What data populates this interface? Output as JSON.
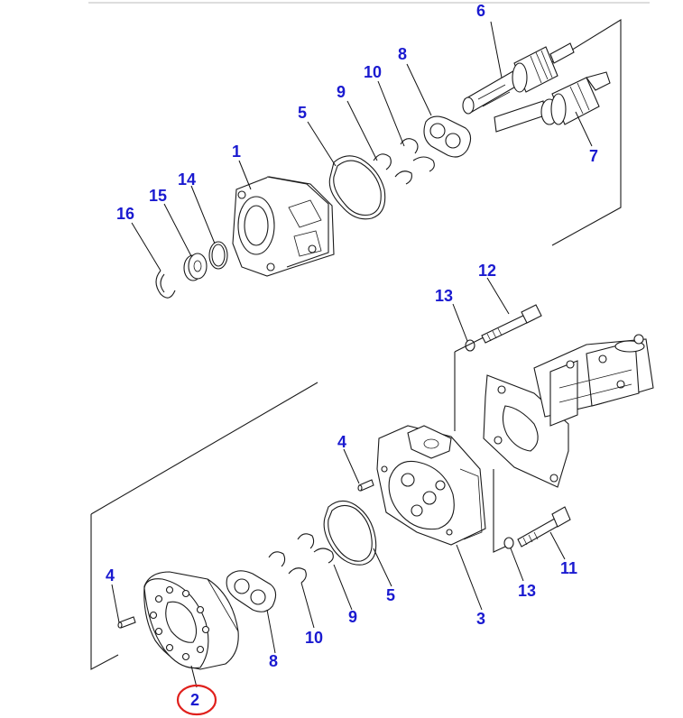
{
  "colors": {
    "callout": "#1a1ad0",
    "highlight": "#e0201c",
    "line": "#1a1a1a"
  },
  "callouts": [
    {
      "id": "c6",
      "label": "6"
    },
    {
      "id": "c8a",
      "label": "8"
    },
    {
      "id": "c10a",
      "label": "10"
    },
    {
      "id": "c9a",
      "label": "9"
    },
    {
      "id": "c5a",
      "label": "5"
    },
    {
      "id": "c1",
      "label": "1"
    },
    {
      "id": "c14",
      "label": "14"
    },
    {
      "id": "c15",
      "label": "15"
    },
    {
      "id": "c16",
      "label": "16"
    },
    {
      "id": "c7",
      "label": "7"
    },
    {
      "id": "c12",
      "label": "12"
    },
    {
      "id": "c13a",
      "label": "13"
    },
    {
      "id": "c4a",
      "label": "4"
    },
    {
      "id": "c4b",
      "label": "4"
    },
    {
      "id": "c5b",
      "label": "5"
    },
    {
      "id": "c9b",
      "label": "9"
    },
    {
      "id": "c10b",
      "label": "10"
    },
    {
      "id": "c8b",
      "label": "8"
    },
    {
      "id": "c3",
      "label": "3"
    },
    {
      "id": "c13b",
      "label": "13"
    },
    {
      "id": "c11",
      "label": "11"
    },
    {
      "id": "c2",
      "label": "2"
    }
  ]
}
